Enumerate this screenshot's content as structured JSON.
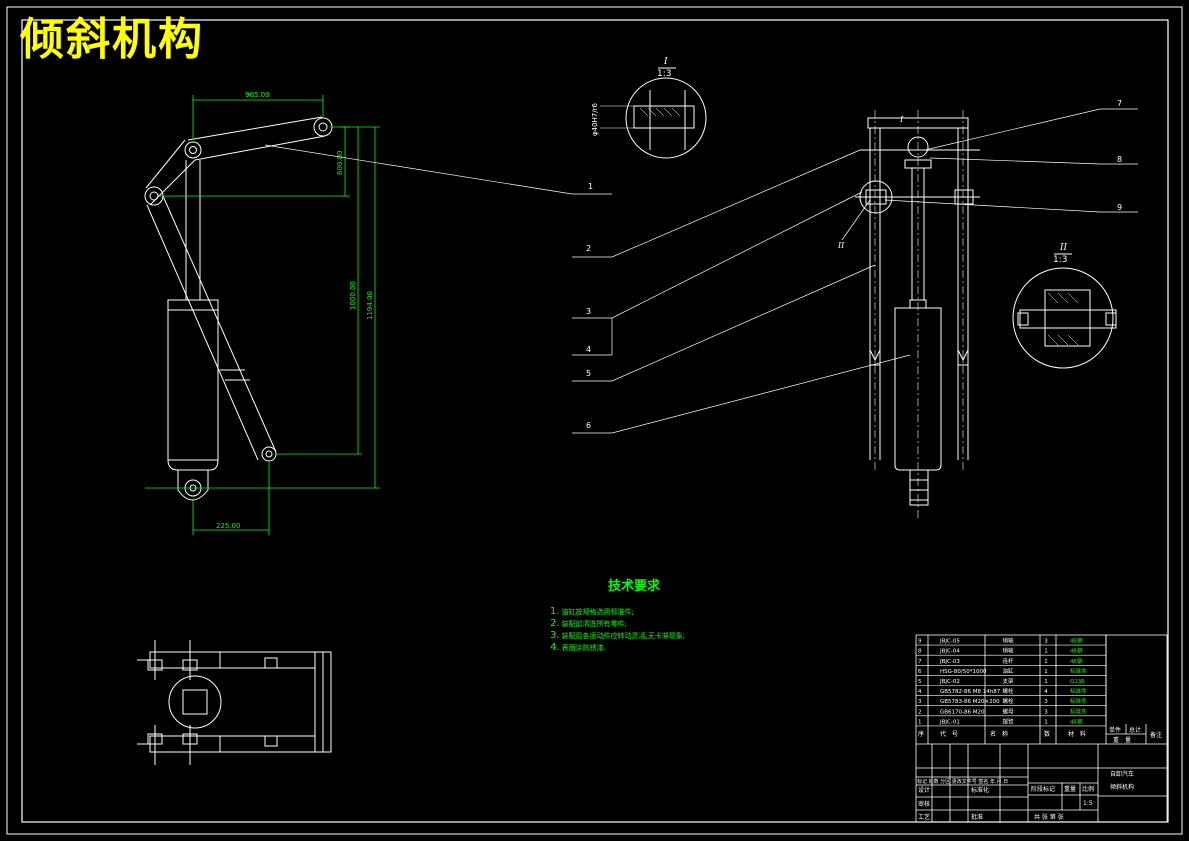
{
  "title": "倾斜机构",
  "dimensions": {
    "top_width": "905.00",
    "top_offset": "600.00",
    "stroke": "1000.00",
    "total_height": "1194.00",
    "bottom_width": "225.00",
    "shaft_dia": "φ40H7/r6"
  },
  "callouts": [
    "1",
    "2",
    "3",
    "4",
    "5",
    "6",
    "7",
    "8",
    "9"
  ],
  "detail_views": {
    "I": {
      "label": "I",
      "scale": "1:3"
    },
    "II": {
      "label": "II",
      "scale": "1:3"
    }
  },
  "requirements": {
    "title": "技术要求",
    "items": [
      {
        "num": "1.",
        "text": "油缸按规格选用标准件;"
      },
      {
        "num": "2.",
        "text": "装配前清洗所有零件;"
      },
      {
        "num": "3.",
        "text": "装配后各运动件应转动灵活,无卡滞现象;"
      },
      {
        "num": "4.",
        "text": "表面涂防锈漆."
      }
    ]
  },
  "bom": {
    "rows": [
      {
        "no": "9",
        "code": "JBJC-05",
        "name": "销轴",
        "qty": "3",
        "mat": "45钢"
      },
      {
        "no": "8",
        "code": "JBJC-04",
        "name": "销轴",
        "qty": "1",
        "mat": "45钢"
      },
      {
        "no": "7",
        "code": "JBJC-03",
        "name": "连杆",
        "qty": "1",
        "mat": "45钢"
      },
      {
        "no": "6",
        "code": "HSG-80/50*1000",
        "name": "油缸",
        "qty": "1",
        "mat": "标准件"
      },
      {
        "no": "5",
        "code": "JBJC-02",
        "name": "支架",
        "qty": "1",
        "mat": "Q235"
      },
      {
        "no": "4",
        "code": "GB5782-86 M8 14h87",
        "name": "螺栓",
        "qty": "4",
        "mat": "标准件"
      },
      {
        "no": "3",
        "code": "GB5783-86 M20×200",
        "name": "螺栓",
        "qty": "3",
        "mat": "标准件"
      },
      {
        "no": "2",
        "code": "GB6170-86 M20",
        "name": "螺母",
        "qty": "3",
        "mat": "标准件"
      },
      {
        "no": "1",
        "code": "JBJC-01",
        "name": "摆臂",
        "qty": "1",
        "mat": "45钢"
      }
    ],
    "headers": {
      "no": "序",
      "code": "代　号",
      "name": "名　称",
      "qty": "数",
      "mat": "材　料",
      "unit_weight": "单件",
      "total_weight": "总计",
      "weight": "重　量",
      "note": "备注"
    },
    "title_block": {
      "revision": "标记 处数 分区 更改文件号 签名 年.月.日",
      "design": "设计",
      "standardize": "标准化",
      "stage_label": "阶段标记",
      "weight_label": "重量",
      "scale_label": "比例",
      "scale_value": "1:5",
      "review": "审核",
      "process": "工艺",
      "approve": "批准",
      "sheets": "共 张 第 张",
      "product": "自卸汽车",
      "drawing_name": "倾斜机构"
    }
  }
}
